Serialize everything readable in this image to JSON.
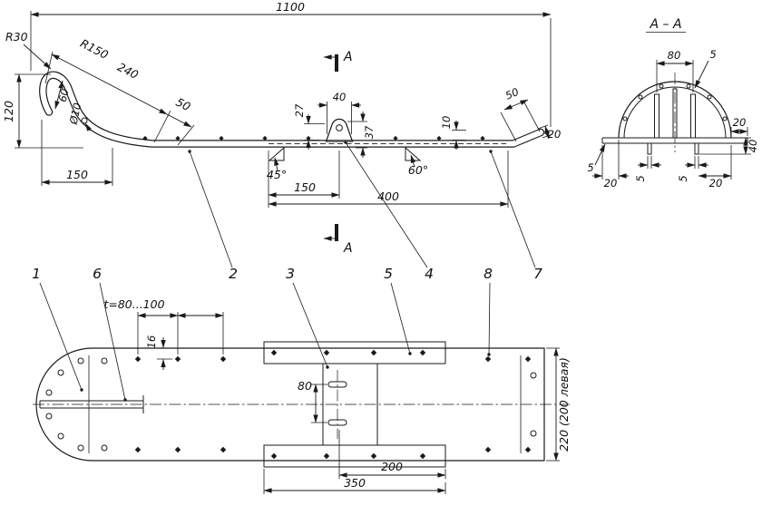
{
  "meta": {
    "background": "#ffffff",
    "line_color": "#1a1a1a",
    "drawing_type": "technical drawing, ski runner, side view / section A-A / plan view"
  },
  "side": {
    "dim_overall": "1100",
    "dim_r30": "R30",
    "dim_r150": "R150",
    "dim_240": "240",
    "dim_50_slope": "50",
    "dim_60": "60",
    "dim_hole": "Ø10",
    "dim_120": "120",
    "dim_150_tip": "150",
    "dim_27": "27",
    "dim_40": "40",
    "dim_37": "37",
    "angle_left": "45°",
    "angle_right": "60°",
    "dim_150_plate": "150",
    "dim_400": "400",
    "dim_10": "10",
    "dim_50_tail": "50",
    "dim_20_tail": "20",
    "section_mark_top": "A",
    "section_mark_bottom": "A"
  },
  "section": {
    "title": "A – A",
    "dim_80": "80",
    "dim_5_rib": "5",
    "dim_5_flange_left": "5",
    "dim_20_left": "20",
    "dim_5_tab_left": "5",
    "dim_5_tab_right": "5",
    "dim_20_bottom": "20",
    "dim_20_flange_right": "20",
    "dim_40": "40"
  },
  "plan": {
    "parts": {
      "p1": "1",
      "p2": "2",
      "p3": "3",
      "p4": "4",
      "p5": "5",
      "p6": "6",
      "p7": "7",
      "p8": "8"
    },
    "dim_pitch": "t=80...100",
    "dim_16": "16",
    "dim_80": "80",
    "dim_200": "200",
    "dim_350": "350",
    "dim_width": "220 (200 левая)"
  }
}
